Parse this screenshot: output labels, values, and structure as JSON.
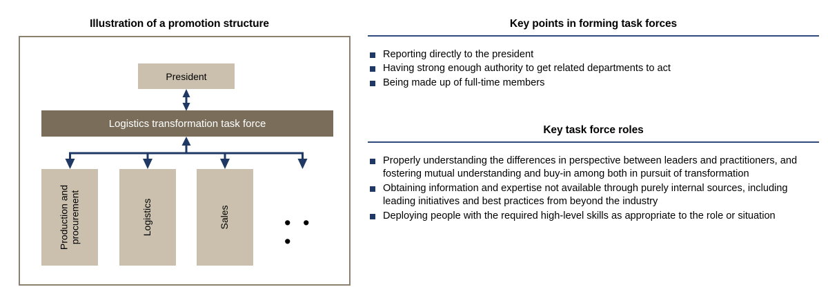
{
  "colors": {
    "box_light": "#cbc0ae",
    "box_dark": "#7a6e5b",
    "frame_border": "#8c7f6e",
    "arrow_navy": "#1f3864",
    "rule_navy": "#2e4a7d",
    "text": "#000000",
    "dark_bar_text": "#ffffff"
  },
  "left_panel": {
    "title": "Illustration of a promotion structure",
    "president_label": "President",
    "taskforce_label": "Logistics transformation task force",
    "departments": [
      {
        "label": "Production and procurement"
      },
      {
        "label": "Logistics"
      },
      {
        "label": "Sales"
      }
    ],
    "ellipsis": "• • •"
  },
  "right_panel": {
    "sections": [
      {
        "title": "Key points in forming task forces",
        "bullets": [
          "Reporting directly to the president",
          "Having strong enough authority to get related departments to act",
          "Being made up of full-time members"
        ]
      },
      {
        "title": "Key task force roles",
        "bullets": [
          "Properly understanding the differences in perspective between leaders and practitioners, and fostering mutual understanding and buy-in among both in pursuit of transformation",
          "Obtaining information and expertise not available through purely internal sources, including leading initiatives and best practices from beyond the industry",
          "Deploying people with the required high-level skills as appropriate to the role or situation"
        ]
      }
    ]
  }
}
